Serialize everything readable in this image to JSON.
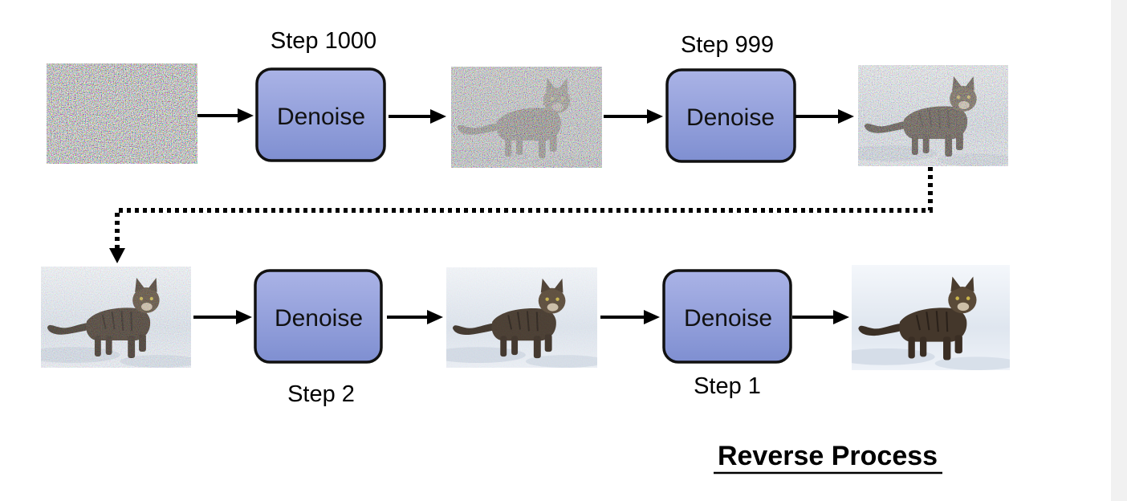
{
  "steps": {
    "step_1000": "Step 1000",
    "step_999": "Step 999",
    "step_2": "Step 2",
    "step_1": "Step 1"
  },
  "denoise_label": "Denoise",
  "title": "Reverse Process",
  "colors": {
    "box_top": "#aab3e6",
    "box_bottom": "#7f8fd1",
    "box_border": "#111111",
    "arrow": "#000000",
    "snow": "#e9eef6",
    "cat": "#3b3026"
  },
  "icons": [
    "noise-image",
    "cat-image",
    "arrow-icon",
    "dotted-arrow-icon"
  ]
}
